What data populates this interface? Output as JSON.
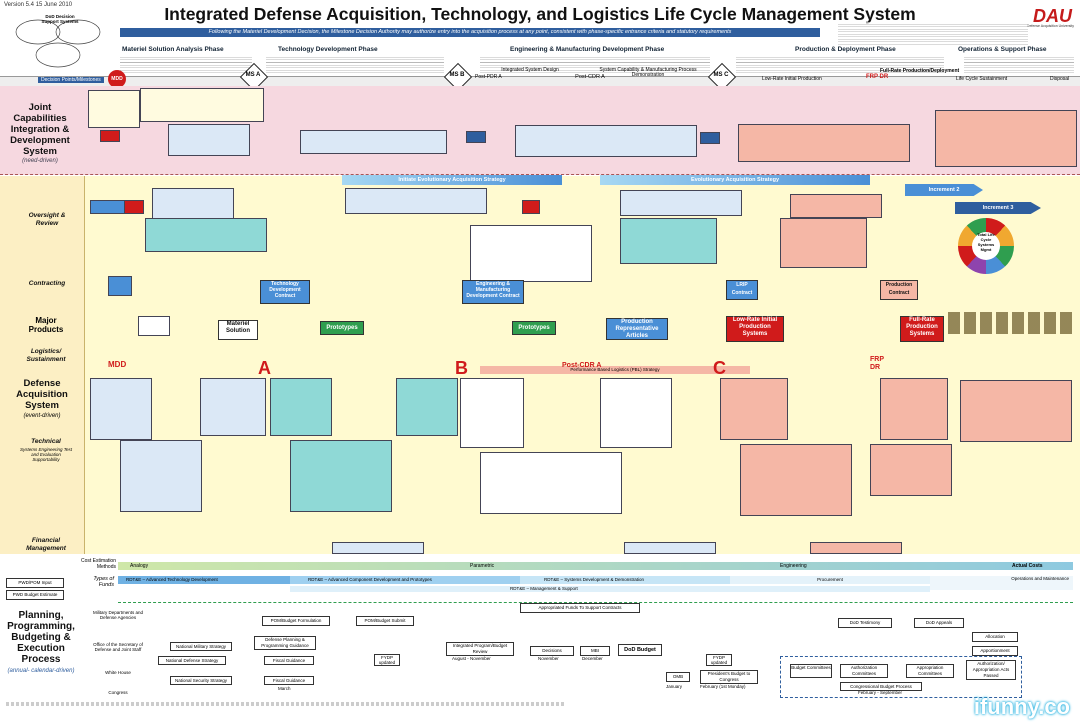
{
  "header": {
    "version": "Version 5.4 15 June 2010",
    "title": "Integrated Defense Acquisition, Technology, and Logistics Life Cycle Management System",
    "dod_label": "DoD Decision Support Systems",
    "banner": "Following the Materiel Development Decision, the Milestone Decision Authority may authorize entry into the acquisition process at any point, consistent with phase-specific entrance criteria and statutory requirements",
    "logo": "DAU",
    "logo_sub": "Defense Acquisition University"
  },
  "phases": {
    "p1": "Materiel Solution Analysis Phase",
    "p2": "Technology Development Phase",
    "p3": "Engineering & Manufacturing Development Phase",
    "p4": "Production & Deployment Phase",
    "p5": "Operations & Support Phase"
  },
  "milestones": {
    "mdd": "MDD",
    "a": "A",
    "b": "B",
    "c": "C",
    "ms_a": "MS A",
    "ms_b": "MS B",
    "ms_c": "MS C",
    "frp": "FRP DR",
    "post_cdra": "Post-CDR A",
    "post_pdr": "Post-PDR A",
    "integrated_system_design": "Integrated System Design",
    "system_capability": "System Capability & Manufacturing Process Demonstration",
    "lrip": "Low-Rate Initial Production",
    "frp_deploy": "Full-Rate Production/Deployment",
    "life_cycle_sustain": "Life Cycle Sustainment",
    "disposal": "Disposal",
    "decision_points": "Decision Points/Milestones"
  },
  "sections": {
    "jcids": "Joint Capabilities Integration & Development System",
    "jcids_sub": "(need-driven)",
    "oversight": "Oversight & Review",
    "contracting": "Contracting",
    "major_products": "Major Products",
    "logistics": "Logistics/ Sustainment",
    "das": "Defense Acquisition System",
    "das_sub": "(event-driven)",
    "technical": "Technical",
    "technical_sub": "Systems Engineering Test and Evaluation Supportability",
    "financial": "Financial Management",
    "ppbe": "Planning, Programming, Budgeting & Execution Process",
    "ppbe_sub": "(annual- calendar-driven)"
  },
  "arrows": {
    "initiate": "Initiate Evolutionary Acquisition Strategy",
    "evolutionary": "Evolutionary Acquisition Strategy",
    "increment2": "Increment 2",
    "increment3": "Increment 3",
    "total_life": "Total Life Cycle Systems Mgmt"
  },
  "products": {
    "prototypes1": "Prototypes",
    "prototypes2": "Prototypes",
    "materiel_solution": "Materiel Solution",
    "production_rep": "Production Representative Articles",
    "lrip_systems": "Low-Rate Initial Production Systems",
    "frp_systems": "Full-Rate Production Systems",
    "tech_dev_contract": "Technology Development Contract",
    "emd_contract": "Engineering & Manufacturing Development Contract",
    "lrip_contract": "LRIP Contract",
    "production_contract": "Production Contract",
    "pbl": "Performance Based Logistics (PBL) Strategy"
  },
  "funds": {
    "cost_estimation": "Cost Estimation Methods",
    "analogy": "Analogy",
    "parametric": "Parametric",
    "engineering": "Engineering",
    "actual_costs": "Actual Costs",
    "types_of_funds": "Types of Funds",
    "rdte_atd": "RDT&E – Advanced Technology Development",
    "rdte_acdp": "RDT&E – Advanced Component Development and Prototypes",
    "rdte_sdd": "RDT&E – Systems Development & Demonstration",
    "procurement": "Procurement",
    "om": "Operations and Maintenance",
    "rdte_ms": "RDT&E – Management & Support",
    "appropriated": "Appropriated Funds To Support Contracts"
  },
  "ppbe": {
    "military": "Military Departments and Defense Agencies",
    "osd": "Office of the Secretary of Defense and Joint Staff",
    "white_house": "White House",
    "congress": "Congress",
    "pom_budget": "POM/Budget Formulation",
    "pom_submit": "POM/Budget Submit",
    "defense_planning": "Defense Planning & Programming Guidance",
    "fiscal_guidance": "Fiscal Guidance",
    "integrated_program": "Integrated Program/Budget Review",
    "decisions": "Decisions",
    "mbi": "MBI",
    "dod_budget": "DoD Budget",
    "presidents_budget": "President's Budget to Congress",
    "dod_testimony": "DoD Testimony",
    "dod_appeals": "DoD Appeals",
    "allocation": "Allocation",
    "apportionment": "Apportionment",
    "budget_committees": "Budget Committees",
    "authorization_committees": "Authorization Committees",
    "appropriation_committees": "Appropriation Committees",
    "authorization_act": "Authorization/ Appropriation Acts Passed",
    "congressional_process": "Congressional Budget Process",
    "national_military": "National Military Strategy",
    "national_defense": "National Defense Strategy",
    "national_security": "National Security Strategy",
    "fydp1": "FYDP updated",
    "fydp2": "FYDP updated",
    "omb": "OMB",
    "aug_nov": "August - November",
    "nov": "November",
    "dec": "December",
    "jan": "January",
    "feb": "February (1st Monday)",
    "feb_sep": "February - September",
    "march": "March",
    "pwd_pom": "PWD/POM Input",
    "pwd_budget": "PWD Budget Estimate"
  },
  "footer": {
    "watermark": "ifunny.co"
  },
  "colors": {
    "jcids_band": "#f6d8e0",
    "das_band": "#fffad0",
    "arrow_blue": "#4a8fd6",
    "teal": "#8fd9d6",
    "salmon": "#f5b7a6",
    "green_proto": "#2f9e4f",
    "accent_red": "#d01b1b"
  }
}
